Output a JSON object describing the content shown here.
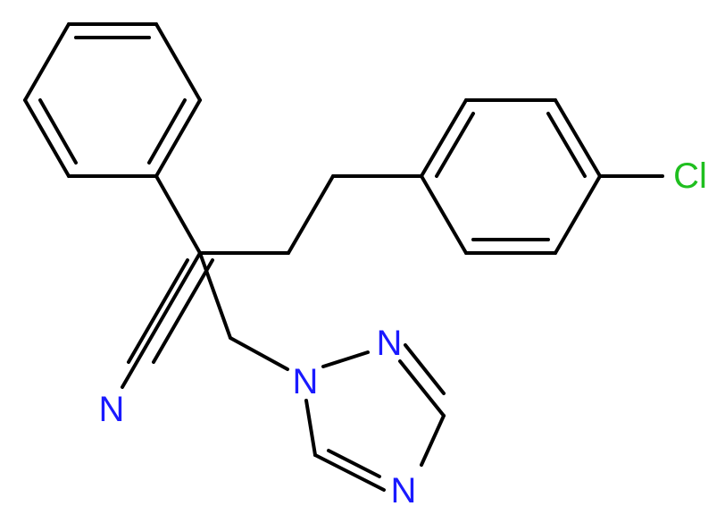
{
  "atoms": {
    "chlorine": {
      "label": "Cl",
      "color": "#1FBF1F"
    },
    "nitrile_nitrogen": {
      "label": "N",
      "color": "#1A1AFF"
    },
    "triazole_n1": {
      "label": "N",
      "color": "#1A1AFF"
    },
    "triazole_n2": {
      "label": "N",
      "color": "#1A1AFF"
    },
    "triazole_n4": {
      "label": "N",
      "color": "#1A1AFF"
    }
  },
  "bond_color": "#000000"
}
